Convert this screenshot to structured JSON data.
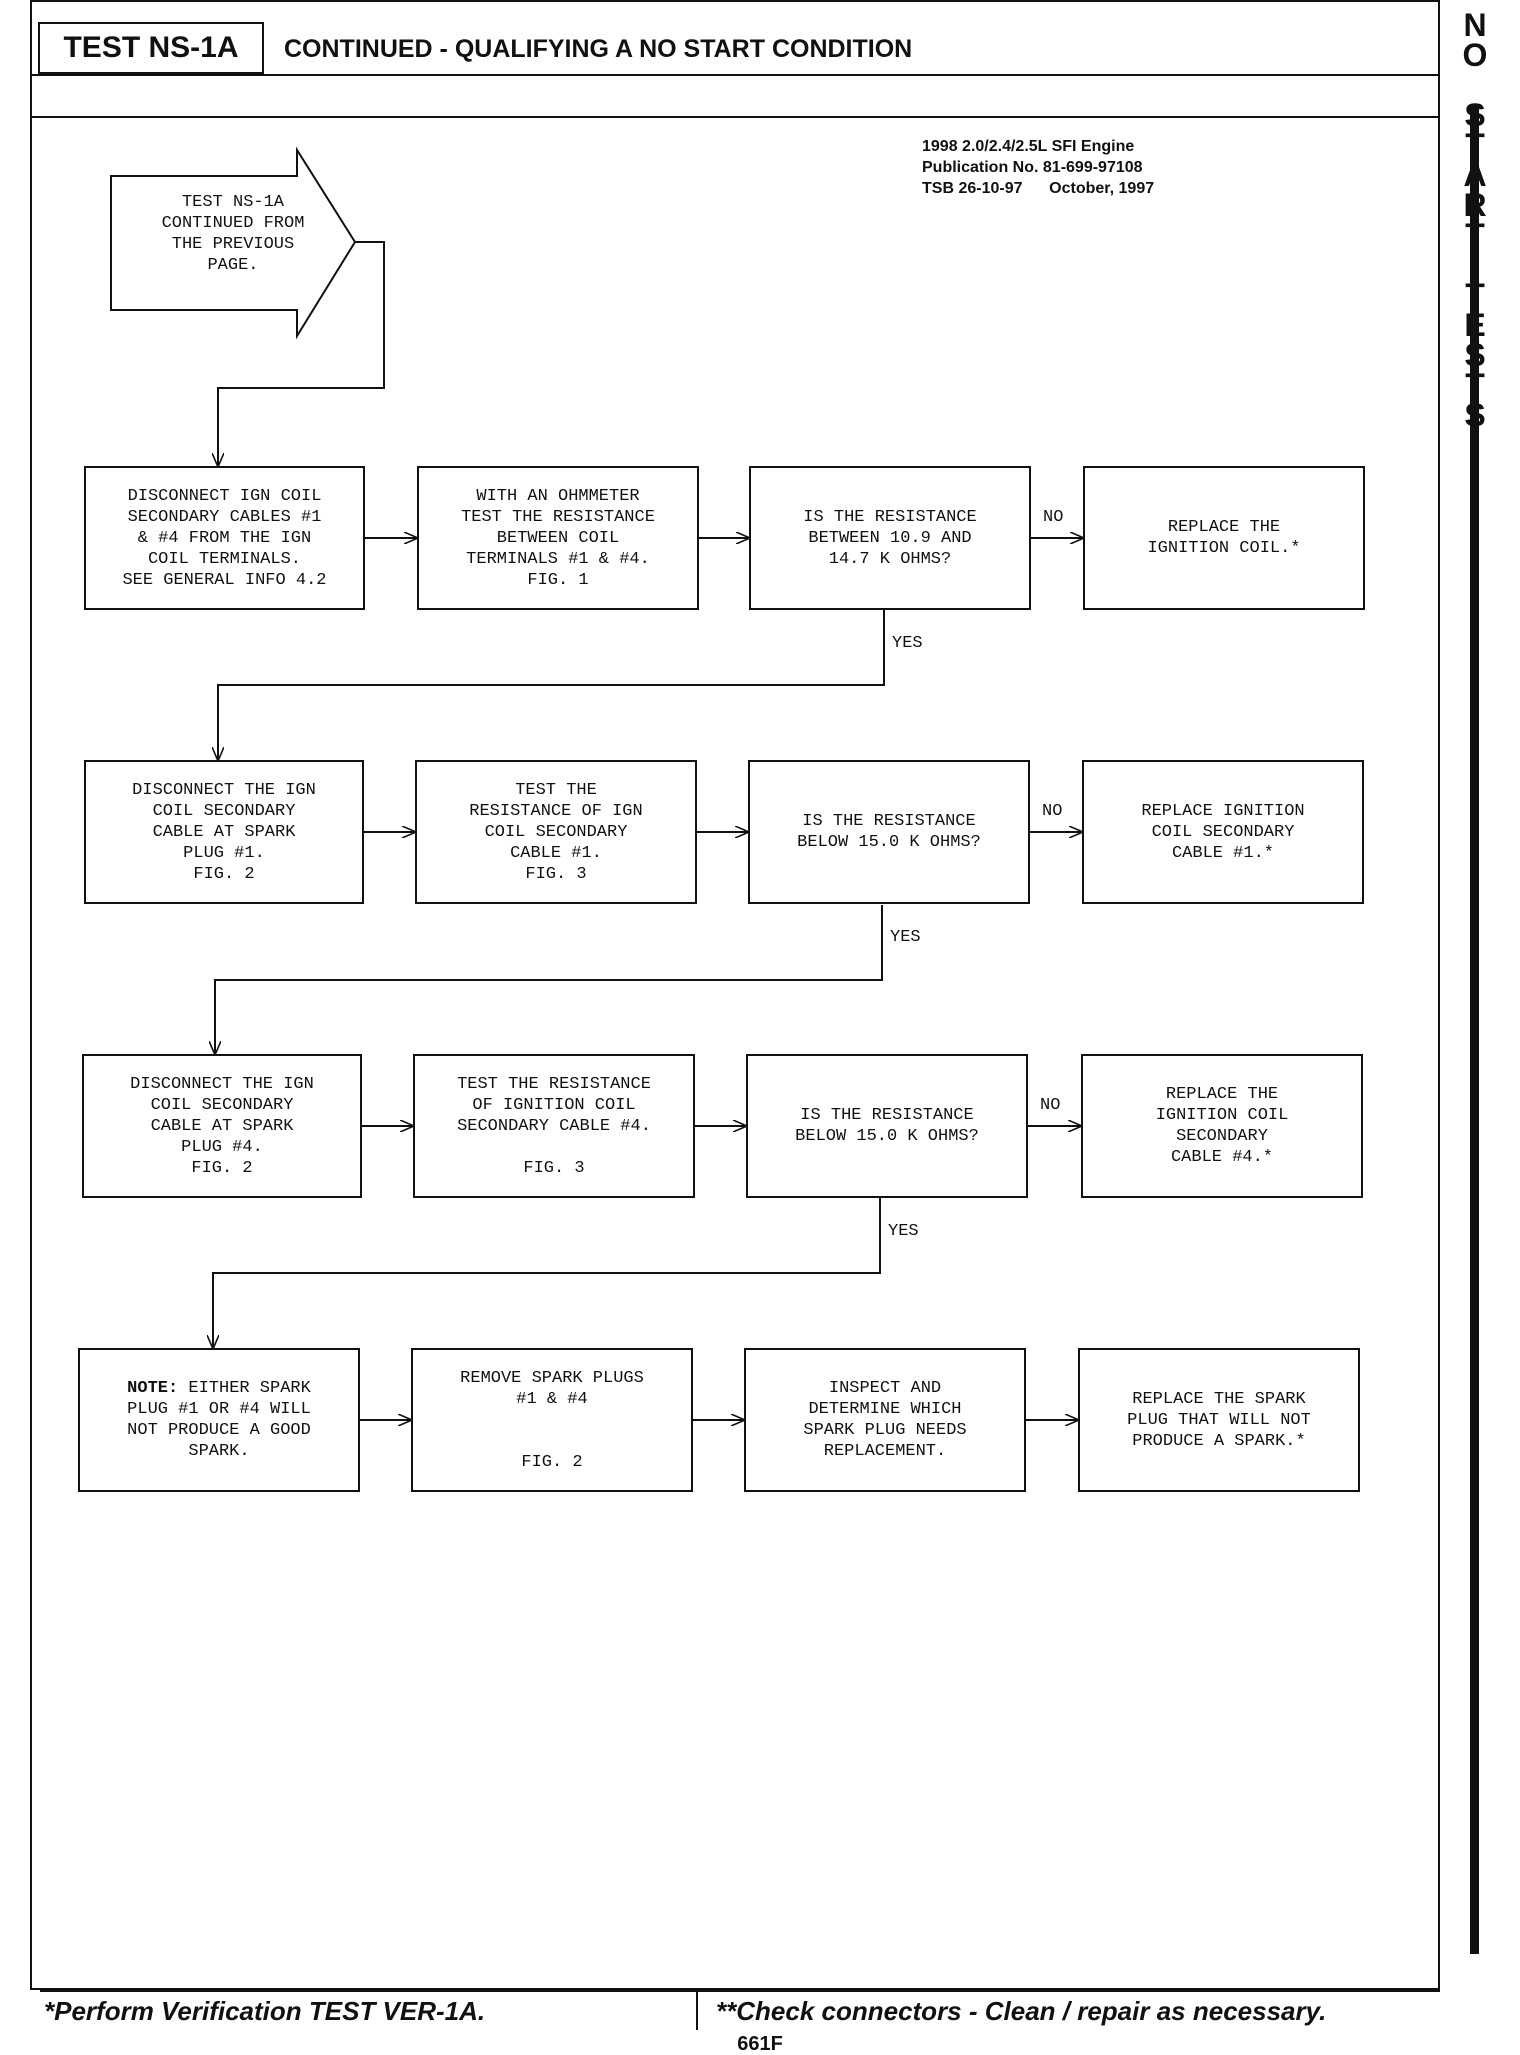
{
  "header": {
    "test_id": "TEST NS-1A",
    "title": "CONTINUED - QUALIFYING A NO START CONDITION"
  },
  "publication": {
    "line1": "1998 2.0/2.4/2.5L SFI Engine",
    "line2": "Publication No. 81-699-97108",
    "line3": "TSB 26-10-97      October, 1997"
  },
  "side_title": [
    "N",
    "O",
    "",
    "S",
    "T",
    "A",
    "R",
    "T",
    "",
    "T",
    "E",
    "S",
    "T",
    "S"
  ],
  "start": {
    "text": "TEST NS-1A\nCONTINUED FROM\nTHE PREVIOUS\nPAGE."
  },
  "rows": [
    {
      "step1": "DISCONNECT IGN COIL\nSECONDARY CABLES #1\n& #4 FROM THE IGN\nCOIL TERMINALS.\nSEE GENERAL INFO 4.2",
      "step2": "WITH AN OHMMETER\nTEST THE RESISTANCE\nBETWEEN COIL\nTERMINALS #1 & #4.\nFIG. 1",
      "question": "IS THE RESISTANCE\nBETWEEN 10.9 AND\n14.7 K OHMS?",
      "no_label": "NO",
      "action": "REPLACE THE\nIGNITION COIL.*",
      "yes_label": "YES"
    },
    {
      "step1": "DISCONNECT THE IGN\nCOIL SECONDARY\nCABLE AT SPARK\nPLUG #1.\nFIG. 2",
      "step2": "TEST THE\nRESISTANCE OF IGN\nCOIL SECONDARY\nCABLE #1.\nFIG. 3",
      "question": "IS THE RESISTANCE\nBELOW 15.0 K OHMS?",
      "no_label": "NO",
      "action": "REPLACE IGNITION\nCOIL SECONDARY\nCABLE #1.*",
      "yes_label": "YES"
    },
    {
      "step1": "DISCONNECT THE IGN\nCOIL SECONDARY\nCABLE AT SPARK\nPLUG #4.\nFIG. 2",
      "step2": "TEST THE RESISTANCE\nOF IGNITION COIL\nSECONDARY CABLE #4.\n\nFIG. 3",
      "question": "IS THE RESISTANCE\nBELOW 15.0 K OHMS?",
      "no_label": "NO",
      "action": "REPLACE THE\nIGNITION COIL\nSECONDARY\nCABLE #4.*",
      "yes_label": "YES"
    },
    {
      "note_label": "NOTE:",
      "step1": " EITHER SPARK\nPLUG #1 OR #4 WILL\nNOT PRODUCE A GOOD\nSPARK.",
      "step2": "REMOVE SPARK PLUGS\n#1 & #4\n\n\nFIG. 2",
      "question": "INSPECT AND\nDETERMINE WHICH\nSPARK PLUG NEEDS\nREPLACEMENT.",
      "action": "REPLACE THE SPARK\nPLUG THAT WILL NOT\nPRODUCE A SPARK.*"
    }
  ],
  "footer": {
    "left": "*Perform Verification TEST VER-1A.",
    "right": "**Check connectors - Clean / repair as necessary."
  },
  "page_number": "661F"
}
